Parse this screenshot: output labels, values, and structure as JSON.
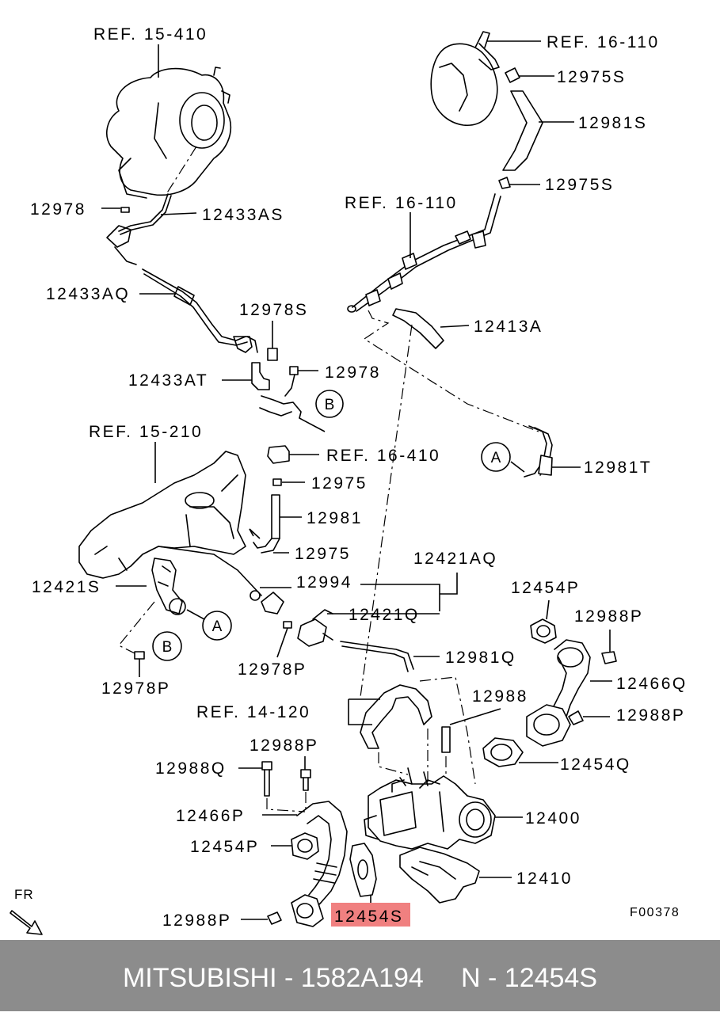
{
  "diagram": {
    "labels": {
      "ref_15_410": "REF. 15-410",
      "ref_16_110_top": "REF. 16-110",
      "p12975s_top": "12975S",
      "p12981s": "12981S",
      "p12975s_mid": "12975S",
      "ref_16_110_mid": "REF. 16-110",
      "p12978_top": "12978",
      "p12433as": "12433AS",
      "p12433aq": "12433AQ",
      "p12978s": "12978S",
      "p12413a": "12413A",
      "p12433at": "12433AT",
      "p12978_mid": "12978",
      "ref_15_210": "REF. 15-210",
      "ref_16_410": "REF. 16-410",
      "p12975_a": "12975",
      "p12981t": "12981T",
      "p12981": "12981",
      "p12975_b": "12975",
      "p12421aq": "12421AQ",
      "p12421s": "12421S",
      "p12994": "12994",
      "p12421q": "12421Q",
      "p12454p_top": "12454P",
      "p12988p_r1": "12988P",
      "p12978p_a": "12978P",
      "p12981q": "12981Q",
      "p12978p_b": "12978P",
      "p12466q": "12466Q",
      "p12988": "12988",
      "ref_14_120": "REF. 14-120",
      "p12988p_r2": "12988P",
      "p12988p_l": "12988P",
      "p12988q": "12988Q",
      "p12454q": "12454Q",
      "p12466p": "12466P",
      "p12400": "12400",
      "p12454p_bottom": "12454P",
      "p12410": "12410",
      "p12988p_bottom": "12988P",
      "p12454s": "12454S",
      "callout_a1": "A",
      "callout_a2": "A",
      "callout_b1": "B",
      "callout_b2": "B",
      "fr": "FR",
      "figure_code": "F00378"
    },
    "highlight_color": "#f08080"
  },
  "footer": {
    "text": "MITSUBISHI - 1582A194     N - 12454S",
    "background": "#8c8c8c",
    "text_color": "#ffffff"
  }
}
